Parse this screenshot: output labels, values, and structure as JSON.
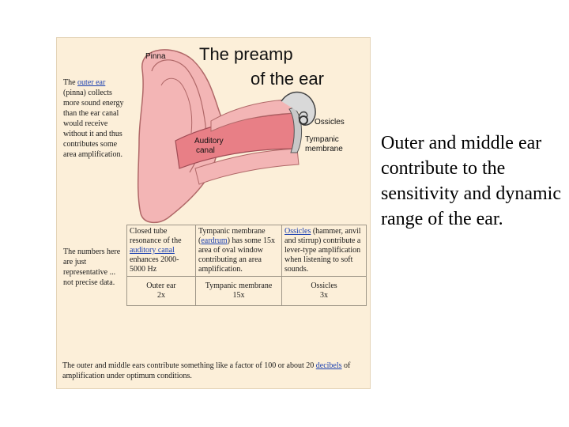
{
  "panel": {
    "title_line1": "The preamp",
    "title_line2": "of the ear",
    "label_pinna": "Pinna",
    "label_auditory": "Auditory",
    "label_canal": "canal",
    "label_ossicles": "Ossicles",
    "label_tympanic": "Tympanic",
    "label_membrane": "membrane",
    "intro": {
      "prefix": "The ",
      "link": "outer ear",
      "rest": " (pinna) collects more sound energy than the ear canal would receive without it and thus contributes some area amplification."
    },
    "note": "The numbers here are just representative ... not precise data.",
    "table": {
      "col1": {
        "prefix": "Closed tube resonance of the ",
        "link": "auditory canal",
        "rest": " enhances 2000-5000 Hz"
      },
      "col2": {
        "prefix": "Tympanic membrane (",
        "link": "eardrum",
        "rest": ") has some 15x area of oval window contributing an area amplification."
      },
      "col3": {
        "link": "Ossicles",
        "rest": " (hammer, anvil and stirrup) contribute a lever-type amplification when listening to soft sounds."
      },
      "factors": [
        {
          "name": "Outer ear",
          "value": "2x"
        },
        {
          "name": "Tympanic membrane",
          "value": "15x"
        },
        {
          "name": "Ossicles",
          "value": "3x"
        }
      ]
    },
    "footer": {
      "prefix": "The outer and middle ears contribute something like a factor of 100 or about 20 ",
      "link": "decibels",
      "rest": " of amplification under optimum conditions."
    }
  },
  "caption": "Outer and middle ear contribute to the sensitivity and dynamic range of the ear."
}
